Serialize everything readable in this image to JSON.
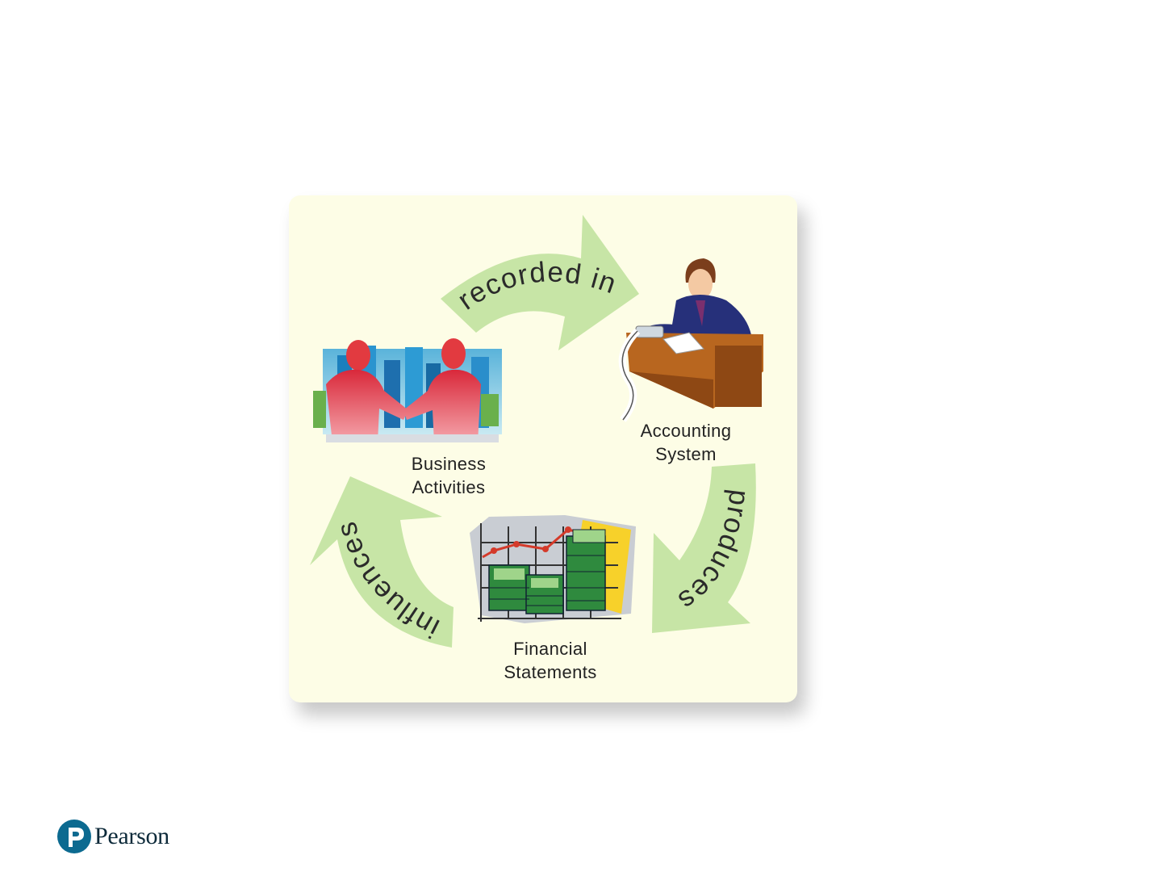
{
  "diagram": {
    "nodes": [
      {
        "id": "business",
        "label_lines": [
          "Business",
          "Activities"
        ]
      },
      {
        "id": "accounting",
        "label_lines": [
          "Accounting",
          "System"
        ]
      },
      {
        "id": "financial",
        "label_lines": [
          "Financial",
          "Statements"
        ]
      }
    ],
    "edges": [
      {
        "from": "business",
        "to": "accounting",
        "label": "recorded in"
      },
      {
        "from": "accounting",
        "to": "financial",
        "label": "produces"
      },
      {
        "from": "financial",
        "to": "business",
        "label": "influences"
      }
    ],
    "colors": {
      "panel": "#fdfde6",
      "arrow": "#c7e5a6",
      "people": "#e23a40",
      "money": "#2f8a3e",
      "desk": "#b8661f",
      "suit": "#26307a"
    },
    "icons": [
      "handshake-icon",
      "accountant-desk-icon",
      "money-chart-icon"
    ]
  },
  "brand": {
    "name": "Pearson",
    "icon": "pearson-logo-icon"
  }
}
